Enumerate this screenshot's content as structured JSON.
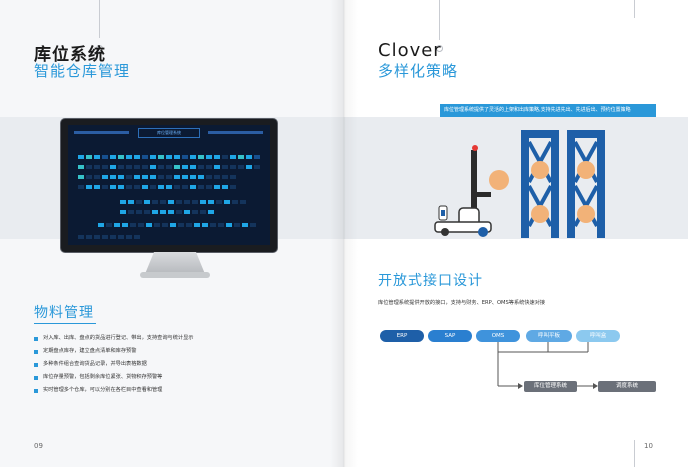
{
  "left_page": {
    "title_cn": "库位系统",
    "title_sub": "智能仓库管理",
    "screen": {
      "title": "库位管理系统"
    },
    "section_title": "物料管理",
    "bullets": [
      "对入库、出库、盘点的货品进行登记、带出，支持查询与统计显示",
      "定期盘点库存，建立盘点清单和库存预警",
      "多种条件组合查询货品记录，并导出表格数据",
      "库位存量预警，包括剩余库位紧张、货物积存预警等",
      "实时管理多个仓库，可以分别在各栏目中查看和管理"
    ],
    "page_number": "09"
  },
  "right_page": {
    "title_en": "Clover",
    "title_sub": "多样化策略",
    "banner": "库位管理系统提供了灵活的上架和出库策略,支持先进先出、先进后出、预约位置策略",
    "section_title": "开放式接口设计",
    "interface_text": "库位管理系统提供开放的接口，支持与财务、ERP、OMS等系统快速对接",
    "systems": [
      "ERP",
      "SAP",
      "OMS",
      "呼叫平板",
      "呼叫盒"
    ],
    "flow": {
      "box1": "库位管理系统",
      "box2": "调度系统"
    },
    "page_number": "10"
  },
  "colors": {
    "accent": "#2a98d9",
    "dark_blue": "#1e5fa8",
    "light_blue": "#8cc9ef",
    "gray_box": "#6b7079"
  }
}
